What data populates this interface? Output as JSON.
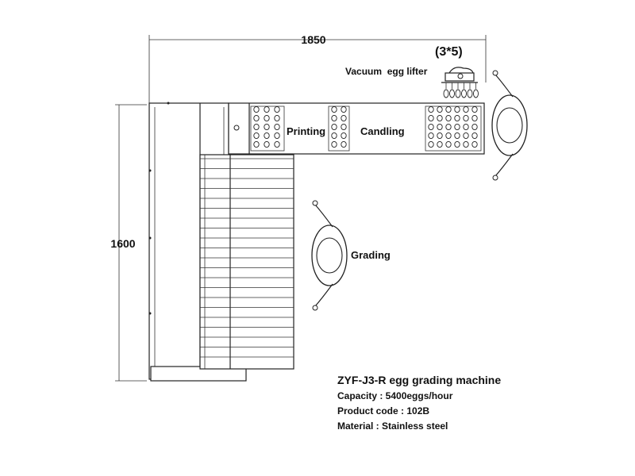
{
  "dimensions": {
    "width_label": "1850",
    "height_label": "1600"
  },
  "stations": {
    "lifter_config": "(3*5)",
    "lifter": "Vacuum  egg lifter",
    "printing": "Printing",
    "candling": "Candling",
    "grading": "Grading"
  },
  "specs": {
    "title": "ZYF-J3-R egg grading machine",
    "capacity": "Capacity : 5400eggs/hour",
    "product_code": "Product code : 102B",
    "material": "Material : Stainless steel"
  }
}
